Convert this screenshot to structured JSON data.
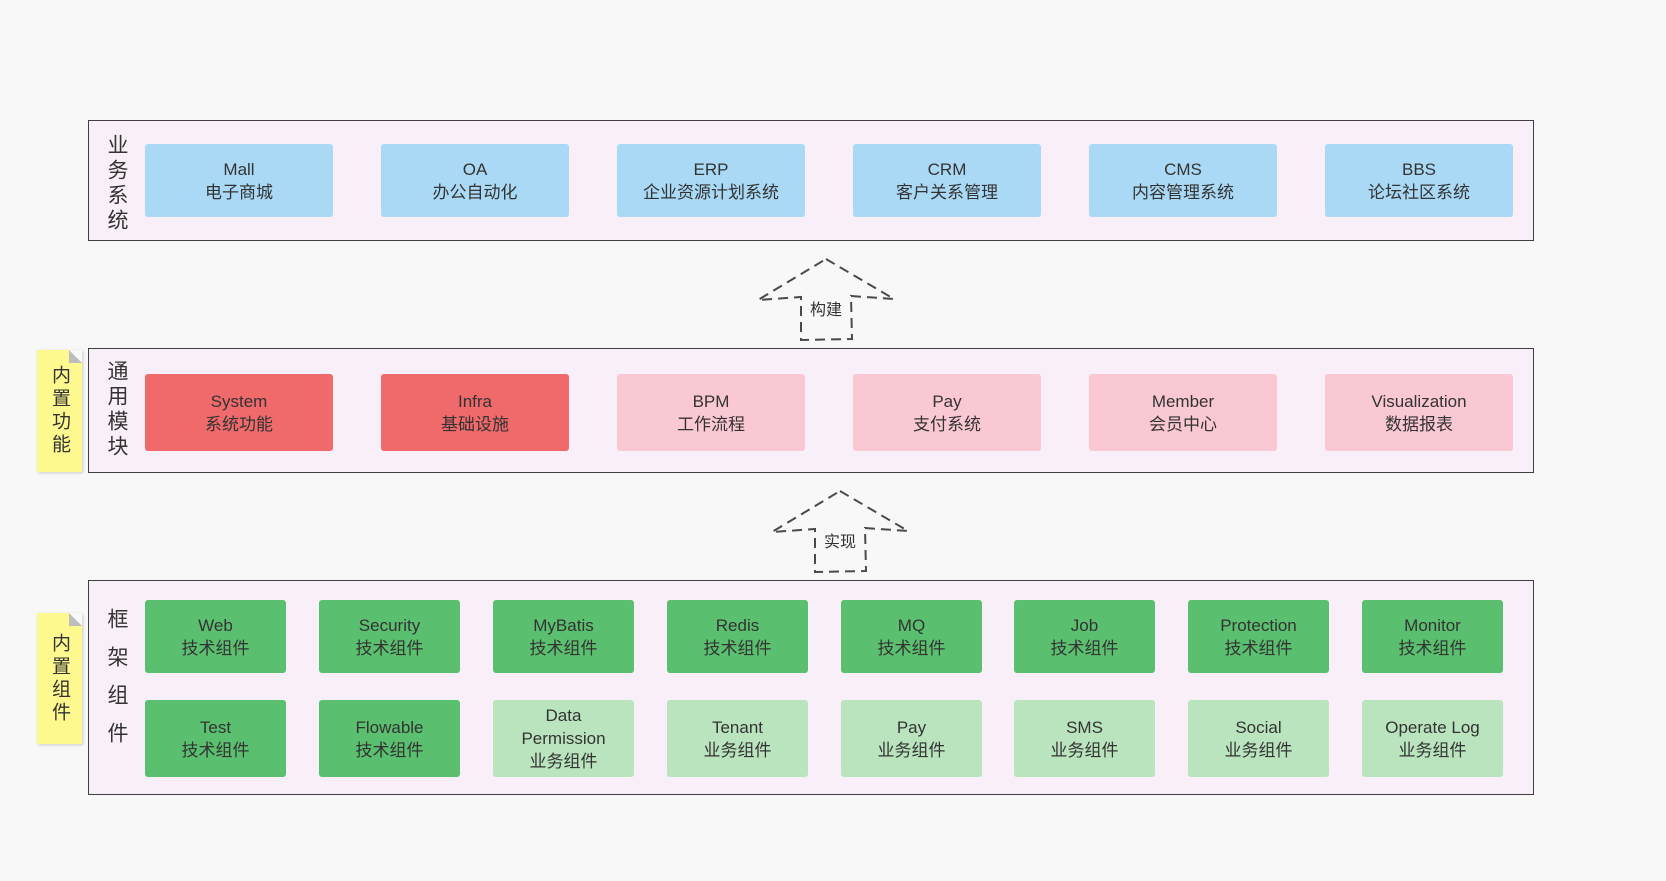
{
  "palette": {
    "page_bg": "#f8f8f8",
    "panel_bg": "#f9eff8",
    "panel_border": "#3f3f3f",
    "blue_box": "#a9d9f5",
    "red_box": "#f0696b",
    "pink_box": "#f9c8d3",
    "green_box": "#5abf6e",
    "light_green_box": "#b9e4be",
    "sticky_yellow": "#fdf98f",
    "text": "#333333"
  },
  "layers": [
    {
      "label": "业务系统",
      "boxes": [
        {
          "title": "Mall",
          "subtitle": "电子商城"
        },
        {
          "title": "OA",
          "subtitle": "办公自动化"
        },
        {
          "title": "ERP",
          "subtitle": "企业资源计划系统"
        },
        {
          "title": "CRM",
          "subtitle": "客户关系管理"
        },
        {
          "title": "CMS",
          "subtitle": "内容管理系统"
        },
        {
          "title": "BBS",
          "subtitle": "论坛社区系统"
        }
      ]
    },
    {
      "label": "通用模块",
      "sticky": "内置功能",
      "boxes": [
        {
          "title": "System",
          "subtitle": "系统功能"
        },
        {
          "title": "Infra",
          "subtitle": "基础设施"
        },
        {
          "title": "BPM",
          "subtitle": "工作流程"
        },
        {
          "title": "Pay",
          "subtitle": "支付系统"
        },
        {
          "title": "Member",
          "subtitle": "会员中心"
        },
        {
          "title": "Visualization",
          "subtitle": "数据报表"
        }
      ]
    },
    {
      "label": "框架组件",
      "sticky": "内置组件",
      "rows": [
        [
          {
            "title": "Web",
            "subtitle": "技术组件"
          },
          {
            "title": "Security",
            "subtitle": "技术组件"
          },
          {
            "title": "MyBatis",
            "subtitle": "技术组件"
          },
          {
            "title": "Redis",
            "subtitle": "技术组件"
          },
          {
            "title": "MQ",
            "subtitle": "技术组件"
          },
          {
            "title": "Job",
            "subtitle": "技术组件"
          },
          {
            "title": "Protection",
            "subtitle": "技术组件"
          },
          {
            "title": "Monitor",
            "subtitle": "技术组件"
          }
        ],
        [
          {
            "title": "Test",
            "subtitle": "技术组件"
          },
          {
            "title": "Flowable",
            "subtitle": "技术组件"
          },
          {
            "title": "Data Permission",
            "subtitle": "业务组件"
          },
          {
            "title": "Tenant",
            "subtitle": "业务组件"
          },
          {
            "title": "Pay",
            "subtitle": "业务组件"
          },
          {
            "title": "SMS",
            "subtitle": "业务组件"
          },
          {
            "title": "Social",
            "subtitle": "业务组件"
          },
          {
            "title": "Operate Log",
            "subtitle": "业务组件"
          }
        ]
      ]
    }
  ],
  "arrows": [
    {
      "label": "构建"
    },
    {
      "label": "实现"
    }
  ]
}
